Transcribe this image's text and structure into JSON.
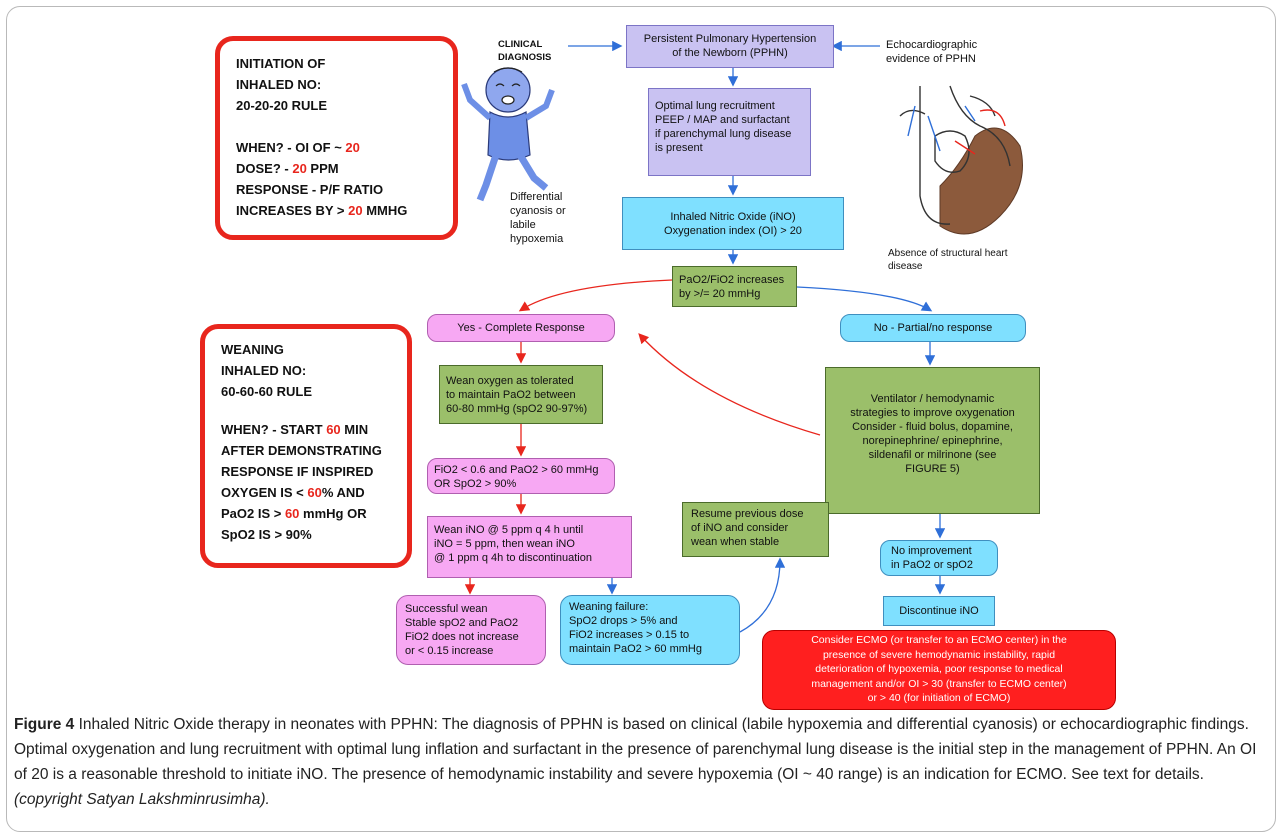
{
  "rule_initiation": {
    "title_lines": [
      "INITIATION OF",
      "INHALED NO:",
      "20-20-20 RULE"
    ],
    "when_prefix": "WHEN? - OI OF ~ ",
    "when_value": "20",
    "dose_prefix": "DOSE? - ",
    "dose_value": "20",
    "dose_suffix": " PPM",
    "response_line1": "RESPONSE - P/F RATIO",
    "response_prefix": "INCREASES BY > ",
    "response_value": "20",
    "response_suffix": " MMHG"
  },
  "rule_weaning": {
    "title_lines": [
      "WEANING",
      "INHALED NO:",
      "60-60-60 RULE"
    ],
    "when_prefix": "WHEN? - START ",
    "when_value": "60",
    "when_suffix": " MIN",
    "line2": "AFTER DEMONSTRATING",
    "line3": "RESPONSE IF INSPIRED",
    "oxygen_prefix": "OXYGEN IS < ",
    "oxygen_value": "60",
    "oxygen_suffix": "% AND",
    "pao2_prefix": "PaO2 IS > ",
    "pao2_value": "60",
    "pao2_suffix": " mmHg OR",
    "spo2_line": "SpO2 IS > 90%"
  },
  "labels": {
    "clinical": "CLINICAL\nDIAGNOSIS",
    "echo": "Echocardiographic\nevidence of PPHN",
    "cyanosis": "Differential\ncyanosis or\nlabile\nhypoxemia",
    "structural": "Absence of structural heart\ndisease"
  },
  "boxes": {
    "pphn": "Persistent Pulmonary Hypertension\nof the Newborn (PPHN)",
    "recruitment": "Optimal lung recruitment\nPEEP / MAP and surfactant\nif parenchymal lung disease\nis present",
    "ino": "Inhaled Nitric Oxide (iNO)\nOxygenation index (OI) > 20",
    "pao2": "PaO2/FiO2 increases\nby >/= 20 mmHg",
    "yes": "Yes - Complete Response",
    "no": "No - Partial/no response",
    "wean_oxygen": "Wean oxygen as tolerated\nto maintain PaO2 between\n60-80 mmHg (spO2 90-97%)",
    "ventilator": "Ventilator / hemodynamic\nstrategies to improve oxygenation\nConsider - fluid bolus, dopamine,\nnorepinephrine/ epinephrine,\nsildenafil or milrinone (see\nFIGURE 5)",
    "fio2": "FiO2 < 0.6 and PaO2 > 60 mmHg\nOR SpO2 > 90%",
    "wean_ino": "Wean iNO @ 5 ppm q 4 h until\niNO = 5 ppm, then wean iNO\n@ 1 ppm q 4h to discontinuation",
    "resume": "Resume previous dose\nof iNO and consider\nwean when stable",
    "no_improvement": "No improvement\nin PaO2 or spO2",
    "successful": "Successful wean\nStable spO2 and PaO2\nFiO2 does not increase\nor < 0.15 increase",
    "failure": "Weaning failure:\nSpO2 drops > 5% and\nFiO2 increases > 0.15 to\nmaintain PaO2 > 60 mmHg",
    "discontinue": "Discontinue iNO",
    "ecmo": "Consider ECMO (or transfer to an ECMO center) in the\npresence of severe hemodynamic instability, rapid\ndeterioration of hypoxemia, poor response to medical\nmanagement and/or OI > 30 (transfer to ECMO center)\nor > 40 (for initiation of ECMO)"
  },
  "caption": {
    "figure_label": "Figure 4",
    "text": " Inhaled Nitric Oxide therapy in neonates with PPHN: The diagnosis of PPHN is based on clinical (labile hypoxemia and differential cyanosis) or echocardiographic findings. Optimal oxygenation and lung recruitment with optimal lung inflation and surfactant in the presence of parenchymal lung disease is the initial step in the management of PPHN. An OI of 20 is a reasonable threshold to initiate iNO. The presence of hemodynamic instability and severe hypoxemia (OI ~ 40 range) is an indication for ECMO. See text for details. ",
    "copyright": "(copyright Satyan Lakshminrusimha)."
  },
  "colors": {
    "red_border": "#e8261d",
    "arrow_blue": "#2f6fd8",
    "arrow_red": "#e8261d"
  }
}
